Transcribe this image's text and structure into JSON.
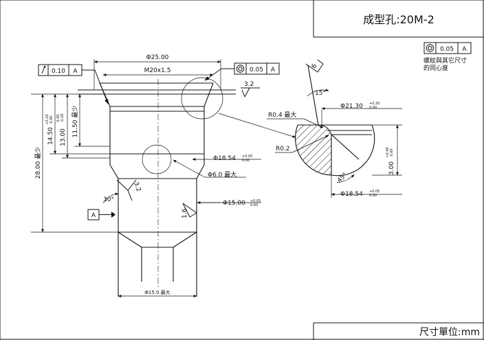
{
  "title_block": {
    "title": "成型孔:20M-2",
    "units": "尺寸單位:mm"
  },
  "note": {
    "frame_symbol": "◎",
    "frame_value": "0.05",
    "frame_datum": "A",
    "text_line1": "螺紋與其它尺寸",
    "text_line2": "的同心度"
  },
  "frames": {
    "runout": {
      "symbol": "↗",
      "value": "0.10",
      "datum": "A"
    },
    "concentric": {
      "symbol": "◎",
      "value": "0.05",
      "datum": "A"
    },
    "datum": {
      "label": "A"
    }
  },
  "main_view": {
    "dia_25": "Φ25.00",
    "thread": "M20x1.5",
    "finish_top": "3.2",
    "dia_18_54": "Φ18.54",
    "dia_18_54_tol_up": "+0.05",
    "dia_18_54_tol_low": "0.00",
    "dia_6_max": "Φ6.0 最大",
    "dia_15": "Φ15.00",
    "dia_15_tol_up": "+0.05",
    "dia_15_tol_low": "0.00",
    "dia_15_max": "Φ15.0 最大",
    "angle_30": "30°",
    "finish_side": "3.2",
    "finish_bore": "1.6",
    "dim_28_min": "28.00 最少",
    "dim_14_50": "14.50",
    "dim_14_50_tol_up": "+0.20",
    "dim_14_50_tol_low": "0.00",
    "dim_13_00": "13.00",
    "dim_13_00_tol_up": "0.00",
    "dim_13_00_tol_low": "-0.20",
    "dim_11_50_min": "11.50 最少"
  },
  "detail_view": {
    "finish": "6",
    "angle_15": "15°",
    "dia_21_30": "Φ21.30",
    "dia_21_30_tol_up": "+0.20",
    "dia_21_30_tol_low": "0.00",
    "r04_max": "R0.4 最大",
    "r02": "R0.2",
    "dim_3_00": "3.00",
    "dim_3_00_tol_up": "+0.40",
    "dim_3_00_tol_low": "0.00",
    "angle_45": "45°",
    "dia_18_54": "Φ18.54",
    "dia_18_54_tol_up": "+0.05",
    "dia_18_54_tol_low": "0.00"
  }
}
